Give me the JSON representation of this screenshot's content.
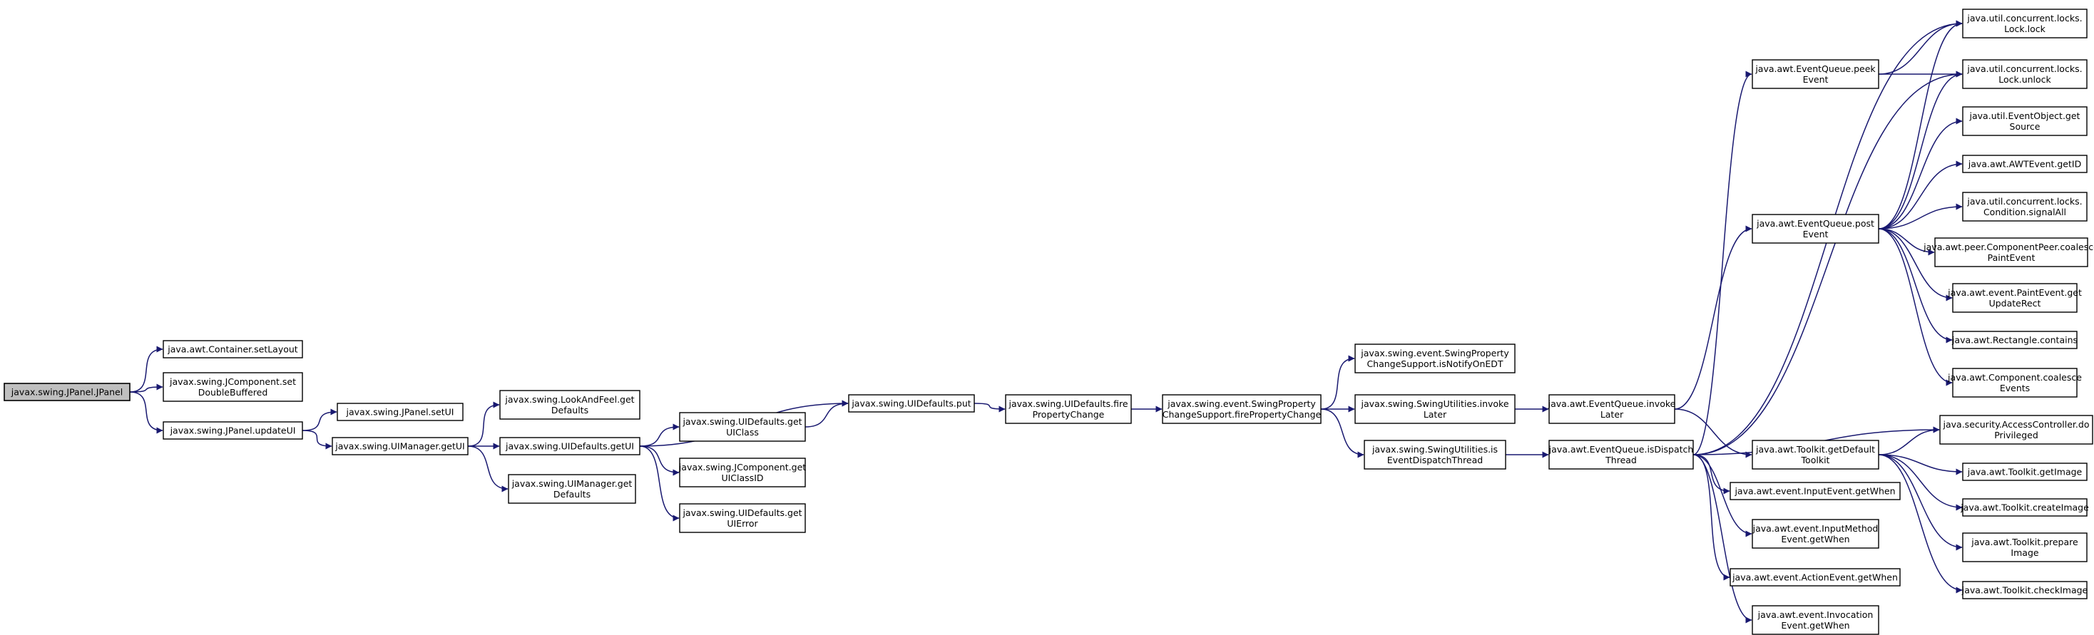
{
  "nodes": [
    {
      "id": "jpanel_ctor",
      "lines": [
        "javax.swing.JPanel.JPanel"
      ],
      "root": true
    },
    {
      "id": "container_setlayout",
      "lines": [
        "java.awt.Container.setLayout"
      ]
    },
    {
      "id": "jcomponent_setdoublebuffered",
      "lines": [
        "javax.swing.JComponent.set",
        "DoubleBuffered"
      ]
    },
    {
      "id": "jpanel_updateui",
      "lines": [
        "javax.swing.JPanel.updateUI"
      ]
    },
    {
      "id": "jpanel_setui",
      "lines": [
        "javax.swing.JPanel.setUI"
      ]
    },
    {
      "id": "uimanager_getui",
      "lines": [
        "javax.swing.UIManager.getUI"
      ]
    },
    {
      "id": "lookandfeel_getdefaults",
      "lines": [
        "javax.swing.LookAndFeel.get",
        "Defaults"
      ]
    },
    {
      "id": "uidefaults_getui",
      "lines": [
        "javax.swing.UIDefaults.getUI"
      ]
    },
    {
      "id": "uimanager_getdefaults",
      "lines": [
        "javax.swing.UIManager.get",
        "Defaults"
      ]
    },
    {
      "id": "uidefaults_getuiclass",
      "lines": [
        "javax.swing.UIDefaults.get",
        "UIClass"
      ]
    },
    {
      "id": "jcomponent_getuiclassid",
      "lines": [
        "javax.swing.JComponent.get",
        "UIClassID"
      ]
    },
    {
      "id": "uidefaults_getuierror",
      "lines": [
        "javax.swing.UIDefaults.get",
        "UIError"
      ]
    },
    {
      "id": "uidefaults_put",
      "lines": [
        "javax.swing.UIDefaults.put"
      ]
    },
    {
      "id": "uidefaults_firepropertychange",
      "lines": [
        "javax.swing.UIDefaults.fire",
        "PropertyChange"
      ]
    },
    {
      "id": "swingpcs_firepropertychange",
      "lines": [
        "javax.swing.event.SwingProperty",
        "ChangeSupport.firePropertyChange"
      ]
    },
    {
      "id": "swingpcs_isnotifyonedt",
      "lines": [
        "javax.swing.event.SwingProperty",
        "ChangeSupport.isNotifyOnEDT"
      ]
    },
    {
      "id": "swingutilities_invokelater",
      "lines": [
        "javax.swing.SwingUtilities.invoke",
        "Later"
      ]
    },
    {
      "id": "swingutilities_iseventdispatchthread",
      "lines": [
        "javax.swing.SwingUtilities.is",
        "EventDispatchThread"
      ]
    },
    {
      "id": "eventqueue_invokelater",
      "lines": [
        "java.awt.EventQueue.invoke",
        "Later"
      ]
    },
    {
      "id": "eventqueue_isdispatchthread",
      "lines": [
        "java.awt.EventQueue.isDispatch",
        "Thread"
      ]
    },
    {
      "id": "eventqueue_peekevent",
      "lines": [
        "java.awt.EventQueue.peek",
        "Event"
      ]
    },
    {
      "id": "eventqueue_postevent",
      "lines": [
        "java.awt.EventQueue.post",
        "Event"
      ]
    },
    {
      "id": "toolkit_getdefaulttoolkit",
      "lines": [
        "java.awt.Toolkit.getDefault",
        "Toolkit"
      ]
    },
    {
      "id": "inputevent_getwhen",
      "lines": [
        "java.awt.event.InputEvent.getWhen"
      ]
    },
    {
      "id": "inputmethodevent_getwhen",
      "lines": [
        "java.awt.event.InputMethod",
        "Event.getWhen"
      ]
    },
    {
      "id": "actionevent_getwhen",
      "lines": [
        "java.awt.event.ActionEvent.getWhen"
      ]
    },
    {
      "id": "invocationevent_getwhen",
      "lines": [
        "java.awt.event.Invocation",
        "Event.getWhen"
      ]
    },
    {
      "id": "lock_lock",
      "lines": [
        "java.util.concurrent.locks.",
        "Lock.lock"
      ]
    },
    {
      "id": "lock_unlock",
      "lines": [
        "java.util.concurrent.locks.",
        "Lock.unlock"
      ]
    },
    {
      "id": "eventobject_getsource",
      "lines": [
        "java.util.EventObject.get",
        "Source"
      ]
    },
    {
      "id": "awtevent_getid",
      "lines": [
        "java.awt.AWTEvent.getID"
      ]
    },
    {
      "id": "condition_signalall",
      "lines": [
        "java.util.concurrent.locks.",
        "Condition.signalAll"
      ]
    },
    {
      "id": "componentpeer_coalescepaintevent",
      "lines": [
        "java.awt.peer.ComponentPeer.coalesce",
        "PaintEvent"
      ]
    },
    {
      "id": "paintevent_getupdaterect",
      "lines": [
        "java.awt.event.PaintEvent.get",
        "UpdateRect"
      ]
    },
    {
      "id": "rectangle_contains",
      "lines": [
        "java.awt.Rectangle.contains"
      ]
    },
    {
      "id": "component_coalesceevents",
      "lines": [
        "java.awt.Component.coalesce",
        "Events"
      ]
    },
    {
      "id": "accesscontroller_doprivileged",
      "lines": [
        "java.security.AccessController.do",
        "Privileged"
      ]
    },
    {
      "id": "toolkit_getimage",
      "lines": [
        "java.awt.Toolkit.getImage"
      ]
    },
    {
      "id": "toolkit_createimage",
      "lines": [
        "java.awt.Toolkit.createImage"
      ]
    },
    {
      "id": "toolkit_prepareimage",
      "lines": [
        "java.awt.Toolkit.prepare",
        "Image"
      ]
    },
    {
      "id": "toolkit_checkimage",
      "lines": [
        "java.awt.Toolkit.checkImage"
      ]
    }
  ],
  "edges": [
    [
      "jpanel_ctor",
      "container_setlayout"
    ],
    [
      "jpanel_ctor",
      "jcomponent_setdoublebuffered"
    ],
    [
      "jpanel_ctor",
      "jpanel_updateui"
    ],
    [
      "jpanel_updateui",
      "jpanel_setui"
    ],
    [
      "jpanel_updateui",
      "uimanager_getui"
    ],
    [
      "uimanager_getui",
      "lookandfeel_getdefaults"
    ],
    [
      "uimanager_getui",
      "uidefaults_getui"
    ],
    [
      "uimanager_getui",
      "uimanager_getdefaults"
    ],
    [
      "uidefaults_getui",
      "uidefaults_getuiclass"
    ],
    [
      "uidefaults_getui",
      "jcomponent_getuiclassid"
    ],
    [
      "uidefaults_getui",
      "uidefaults_getuierror"
    ],
    [
      "uidefaults_getui",
      "uidefaults_put"
    ],
    [
      "uidefaults_getuiclass",
      "uidefaults_put"
    ],
    [
      "uidefaults_put",
      "uidefaults_firepropertychange"
    ],
    [
      "uidefaults_firepropertychange",
      "swingpcs_firepropertychange"
    ],
    [
      "swingpcs_firepropertychange",
      "swingpcs_isnotifyonedt"
    ],
    [
      "swingpcs_firepropertychange",
      "swingutilities_invokelater"
    ],
    [
      "swingpcs_firepropertychange",
      "swingutilities_iseventdispatchthread"
    ],
    [
      "swingutilities_invokelater",
      "eventqueue_invokelater"
    ],
    [
      "swingutilities_iseventdispatchthread",
      "eventqueue_isdispatchthread"
    ],
    [
      "eventqueue_invokelater",
      "eventqueue_postevent"
    ],
    [
      "eventqueue_invokelater",
      "toolkit_getdefaulttoolkit"
    ],
    [
      "eventqueue_isdispatchthread",
      "lock_lock"
    ],
    [
      "eventqueue_isdispatchthread",
      "eventqueue_peekevent"
    ],
    [
      "eventqueue_isdispatchthread",
      "lock_unlock"
    ],
    [
      "eventqueue_isdispatchthread",
      "accesscontroller_doprivileged"
    ],
    [
      "eventqueue_isdispatchthread",
      "inputevent_getwhen"
    ],
    [
      "eventqueue_isdispatchthread",
      "inputmethodevent_getwhen"
    ],
    [
      "eventqueue_isdispatchthread",
      "actionevent_getwhen"
    ],
    [
      "eventqueue_isdispatchthread",
      "invocationevent_getwhen"
    ],
    [
      "eventqueue_peekevent",
      "lock_lock"
    ],
    [
      "eventqueue_peekevent",
      "lock_unlock"
    ],
    [
      "eventqueue_postevent",
      "lock_lock"
    ],
    [
      "eventqueue_postevent",
      "lock_unlock"
    ],
    [
      "eventqueue_postevent",
      "eventobject_getsource"
    ],
    [
      "eventqueue_postevent",
      "awtevent_getid"
    ],
    [
      "eventqueue_postevent",
      "condition_signalall"
    ],
    [
      "eventqueue_postevent",
      "componentpeer_coalescepaintevent"
    ],
    [
      "eventqueue_postevent",
      "paintevent_getupdaterect"
    ],
    [
      "eventqueue_postevent",
      "rectangle_contains"
    ],
    [
      "eventqueue_postevent",
      "component_coalesceevents"
    ],
    [
      "toolkit_getdefaulttoolkit",
      "accesscontroller_doprivileged"
    ],
    [
      "toolkit_getdefaulttoolkit",
      "toolkit_getimage"
    ],
    [
      "toolkit_getdefaulttoolkit",
      "toolkit_createimage"
    ],
    [
      "toolkit_getdefaulttoolkit",
      "toolkit_prepareimage"
    ],
    [
      "toolkit_getdefaulttoolkit",
      "toolkit_checkimage"
    ]
  ],
  "colors": {
    "edge": "#191970",
    "root_fill": "#bfbfbf",
    "node_fill": "#ffffff",
    "border": "#000000"
  }
}
